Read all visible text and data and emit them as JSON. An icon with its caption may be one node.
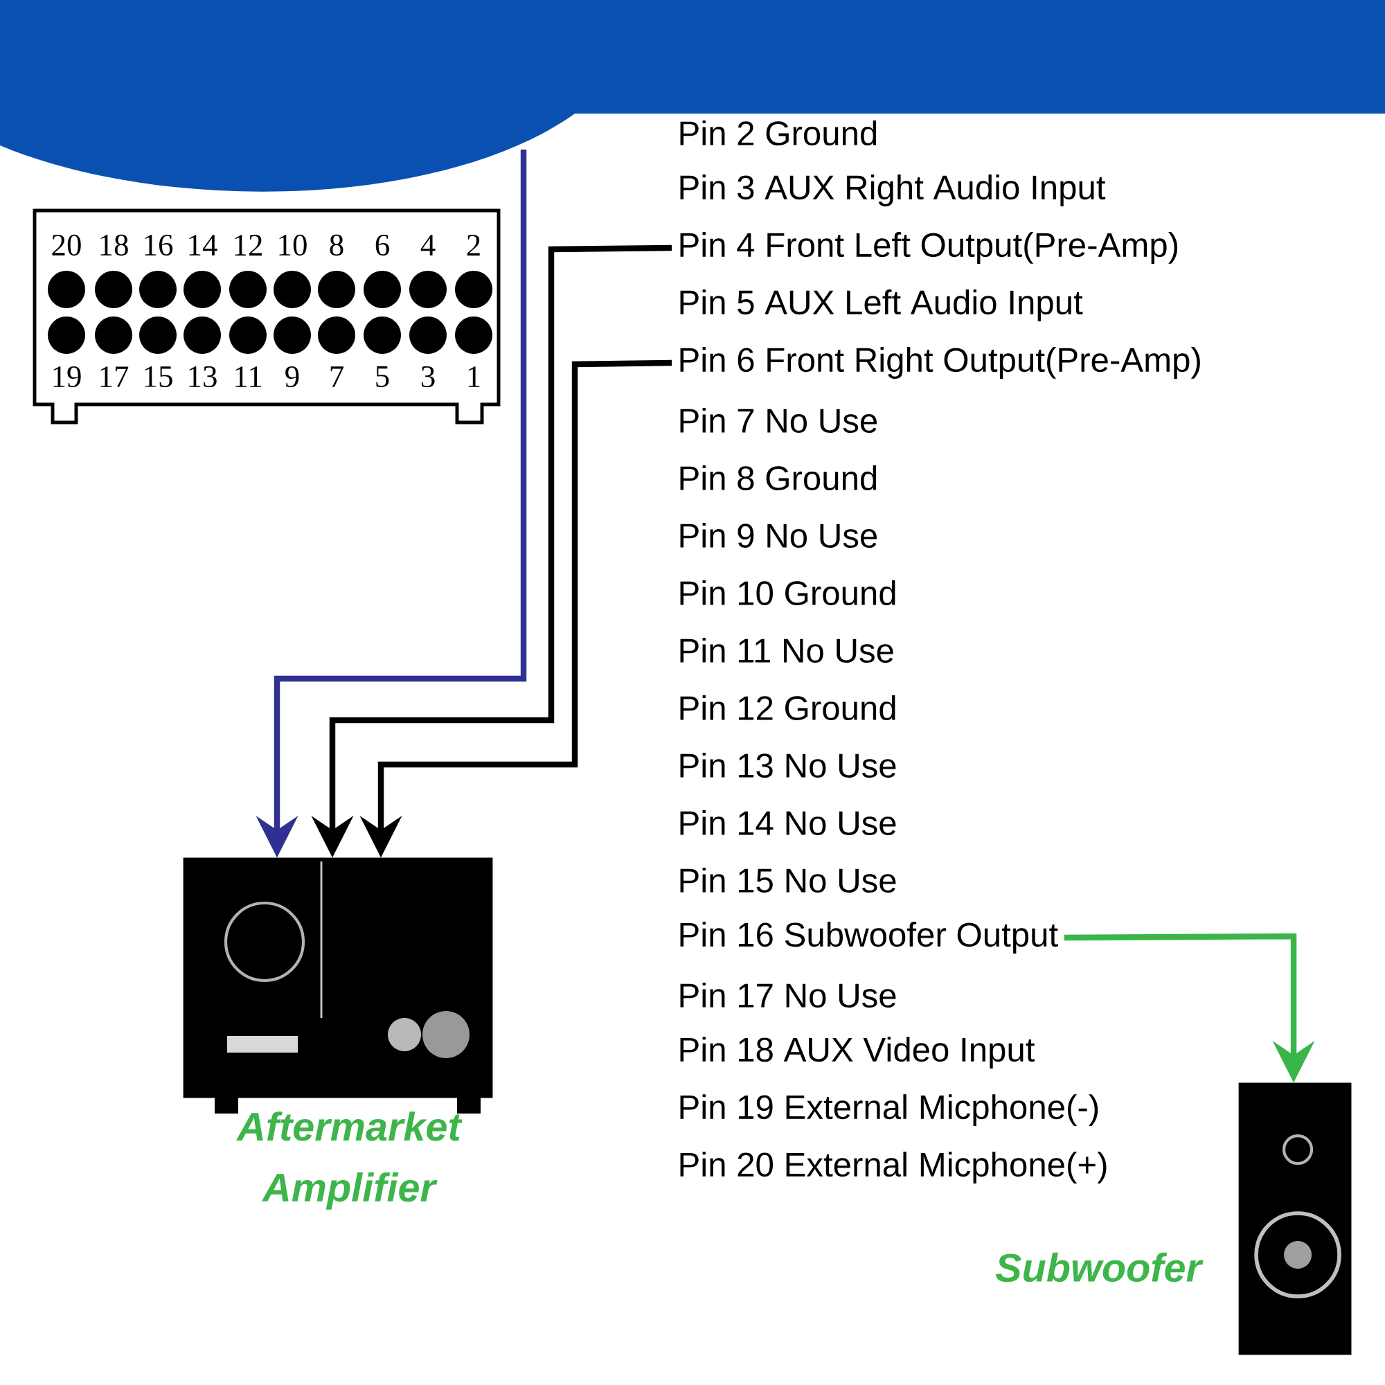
{
  "diagram": {
    "nodes": [
      {
        "text": [
          "Pin 4 Front Left Output(Pre-Amp)"
        ]
      },
      {
        "text": [
          "Pin 6 Front Right Output(Pre-Amp)"
        ]
      },
      {
        "text": [
          "Pin 16 Subwoofer Output"
        ]
      },
      {
        "text": [
          "Aftermarket Amplifier"
        ]
      },
      {
        "text": [
          "Subwoofer"
        ]
      }
    ],
    "edges": [
      {
        "from": null,
        "to": 3,
        "arrow": "to",
        "color": "#2e3192"
      },
      {
        "from": 0,
        "to": 3,
        "arrow": "to"
      },
      {
        "from": 1,
        "to": 3,
        "arrow": "to"
      },
      {
        "from": 2,
        "to": 4,
        "arrow": "to",
        "color": "#39b54a"
      }
    ],
    "labels": [
      "20",
      "18",
      "16",
      "14",
      "12",
      "10",
      "8",
      "6",
      "4",
      "2",
      "19",
      "17",
      "15",
      "13",
      "11",
      "9",
      "7",
      "5",
      "3",
      "1",
      "Pin 2 Ground",
      "Pin 3 AUX Right Audio Input",
      "Pin 5 AUX Left Audio Input",
      "Pin 7 No Use",
      "Pin 8 Ground",
      "Pin 9 No Use",
      "Pin 10 Ground",
      "Pin 11 No Use",
      "Pin 12 Ground",
      "Pin 13 No Use",
      "Pin 14 No Use",
      "Pin 15 No Use",
      "Pin 17 No Use",
      "Pin 18 AUX Video Input",
      "Pin 19 External Micphone(-)",
      "Pin 20 External Micphone(+)"
    ]
  }
}
